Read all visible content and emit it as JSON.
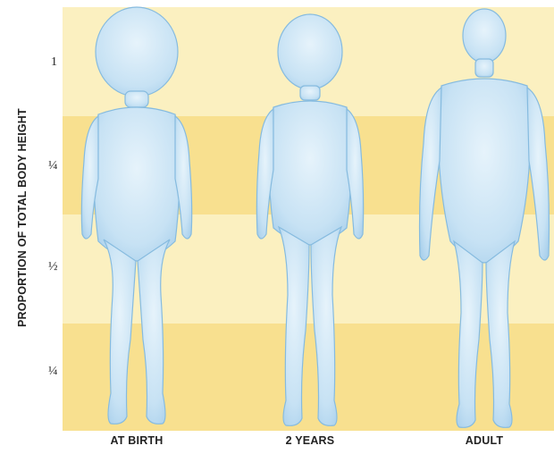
{
  "axis": {
    "ylabel": "PROPORTION OF TOTAL BODY HEIGHT",
    "ticks": [
      "1",
      "¼",
      "½",
      "¼"
    ]
  },
  "figures": [
    {
      "label": "AT BIRTH"
    },
    {
      "label": "2 YEARS"
    },
    {
      "label": "ADULT"
    }
  ],
  "colors": {
    "band_light": "#fbf0c0",
    "band_dark": "#f8e08f",
    "body_fill": "#cfe7f6",
    "body_outline": "#7fb6dc"
  }
}
